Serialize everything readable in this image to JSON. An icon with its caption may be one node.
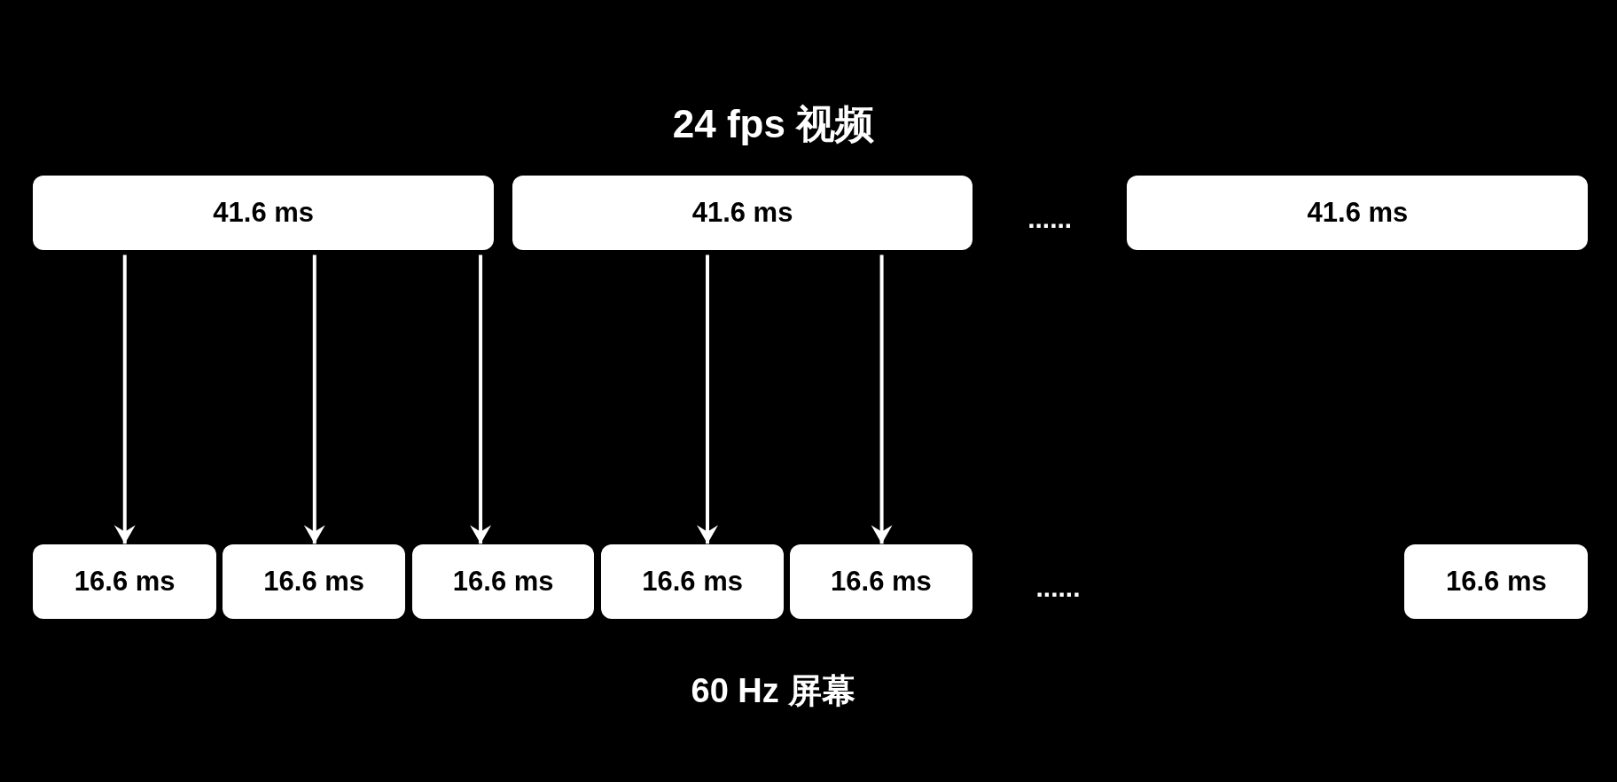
{
  "diagram": {
    "title": "24 fps 视频",
    "nodes": [
      {
        "text": [
          "41.6 ms"
        ]
      },
      {
        "text": [
          "41.6 ms"
        ]
      },
      {
        "text": [
          "41.6 ms"
        ]
      },
      {
        "text": [
          "16.6 ms"
        ]
      },
      {
        "text": [
          "16.6 ms"
        ]
      },
      {
        "text": [
          "16.6 ms"
        ]
      },
      {
        "text": [
          "16.6 ms"
        ]
      },
      {
        "text": [
          "16.6 ms"
        ]
      },
      {
        "text": [
          "16.6 ms"
        ]
      }
    ],
    "edges": [
      {
        "from": 0,
        "to": 3,
        "arrow": "to"
      },
      {
        "from": 0,
        "to": 4,
        "arrow": "to"
      },
      {
        "from": 0,
        "to": 5,
        "arrow": "to"
      },
      {
        "from": 1,
        "to": 6,
        "arrow": "to"
      },
      {
        "from": 1,
        "to": 7,
        "arrow": "to"
      }
    ],
    "labels": [
      "......",
      "......",
      "60 Hz 屏幕"
    ]
  }
}
